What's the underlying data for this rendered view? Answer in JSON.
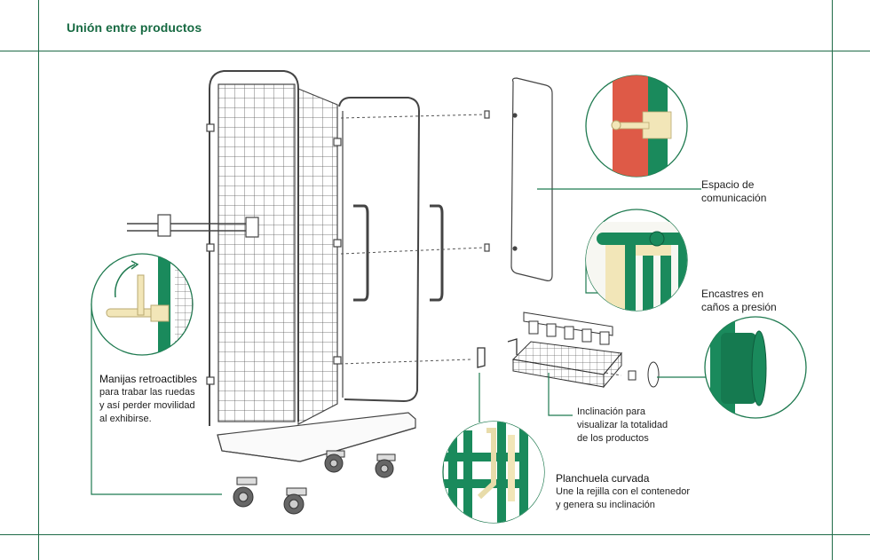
{
  "title": "Unión entre productos",
  "colors": {
    "accent": "#1a8a5c",
    "frame": "#1f6b48",
    "red": "#de5a47",
    "cream": "#f2e6b8"
  },
  "callouts": {
    "espacio": {
      "line1": "Espacio de",
      "line2": "comunicación"
    },
    "encastres": {
      "line1": "Encastres en",
      "line2": "caños a presión"
    },
    "inclinacion": {
      "line1": "Inclinación para",
      "line2": "visualizar la totalidad",
      "line3": "de los productos"
    },
    "planchuela": {
      "title": "Planchuela curvada",
      "line1": "Une la rejilla con el contenedor",
      "line2": "y genera su inclinación"
    },
    "manijas": {
      "title": "Manijas retroactibles",
      "line1": "para trabar las ruedas",
      "line2": "y así perder movilidad",
      "line3": "al exhibirse."
    }
  }
}
